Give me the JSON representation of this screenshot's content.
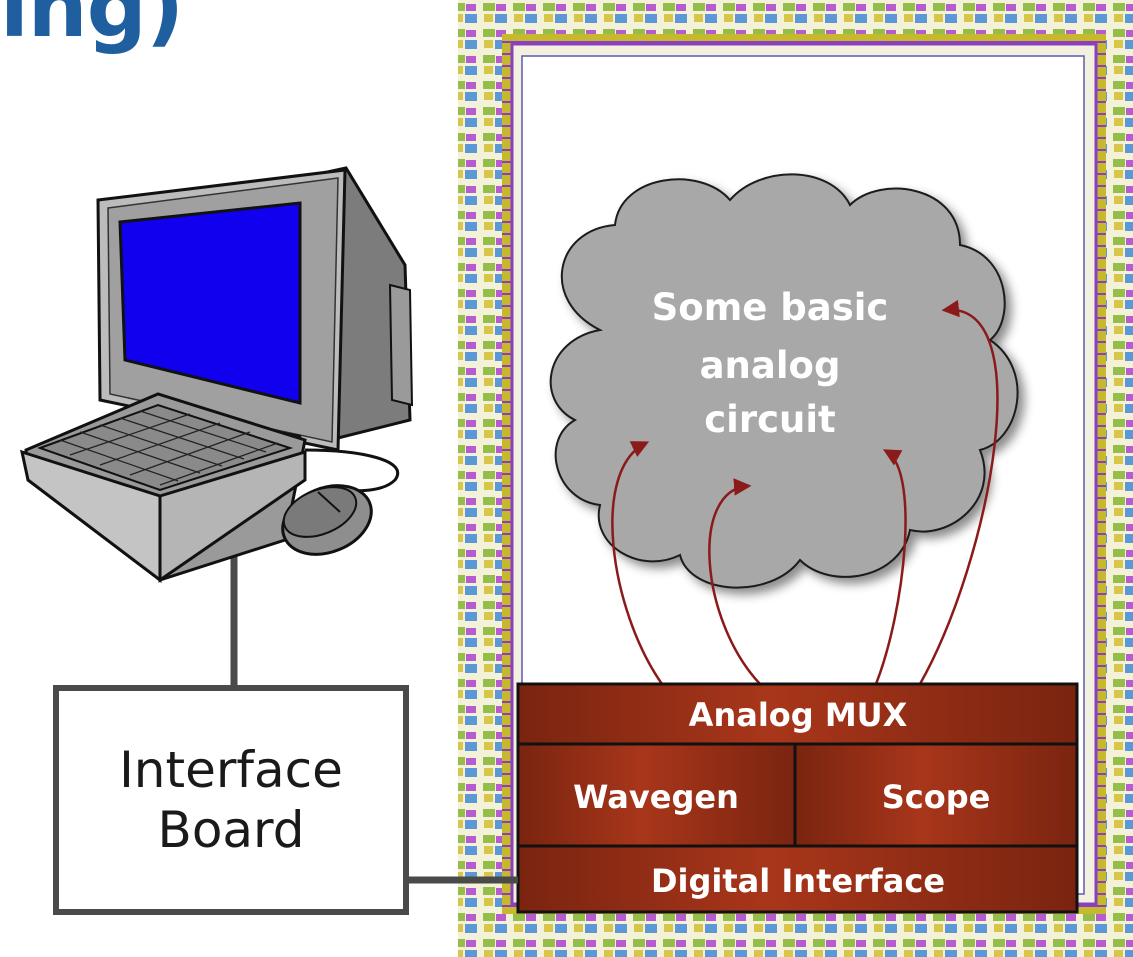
{
  "title_fragment": "ing)",
  "cloud": {
    "lines": [
      "Some basic",
      "analog",
      "circuit"
    ]
  },
  "blocks": {
    "mux": "Analog MUX",
    "wavegen": "Wavegen",
    "scope": "Scope",
    "digital": "Digital Interface"
  },
  "interface_board": {
    "line1": "Interface",
    "line2": "Board"
  },
  "colors": {
    "title_blue": "#1f5fa0",
    "block_fill": "#8b2a12",
    "cloud_fill": "#a9a9a9",
    "screen_blue": "#1000ee",
    "arrow": "#8b1a1a"
  },
  "icons": [
    "computer-monitor-icon",
    "keyboard-icon",
    "mouse-icon"
  ]
}
